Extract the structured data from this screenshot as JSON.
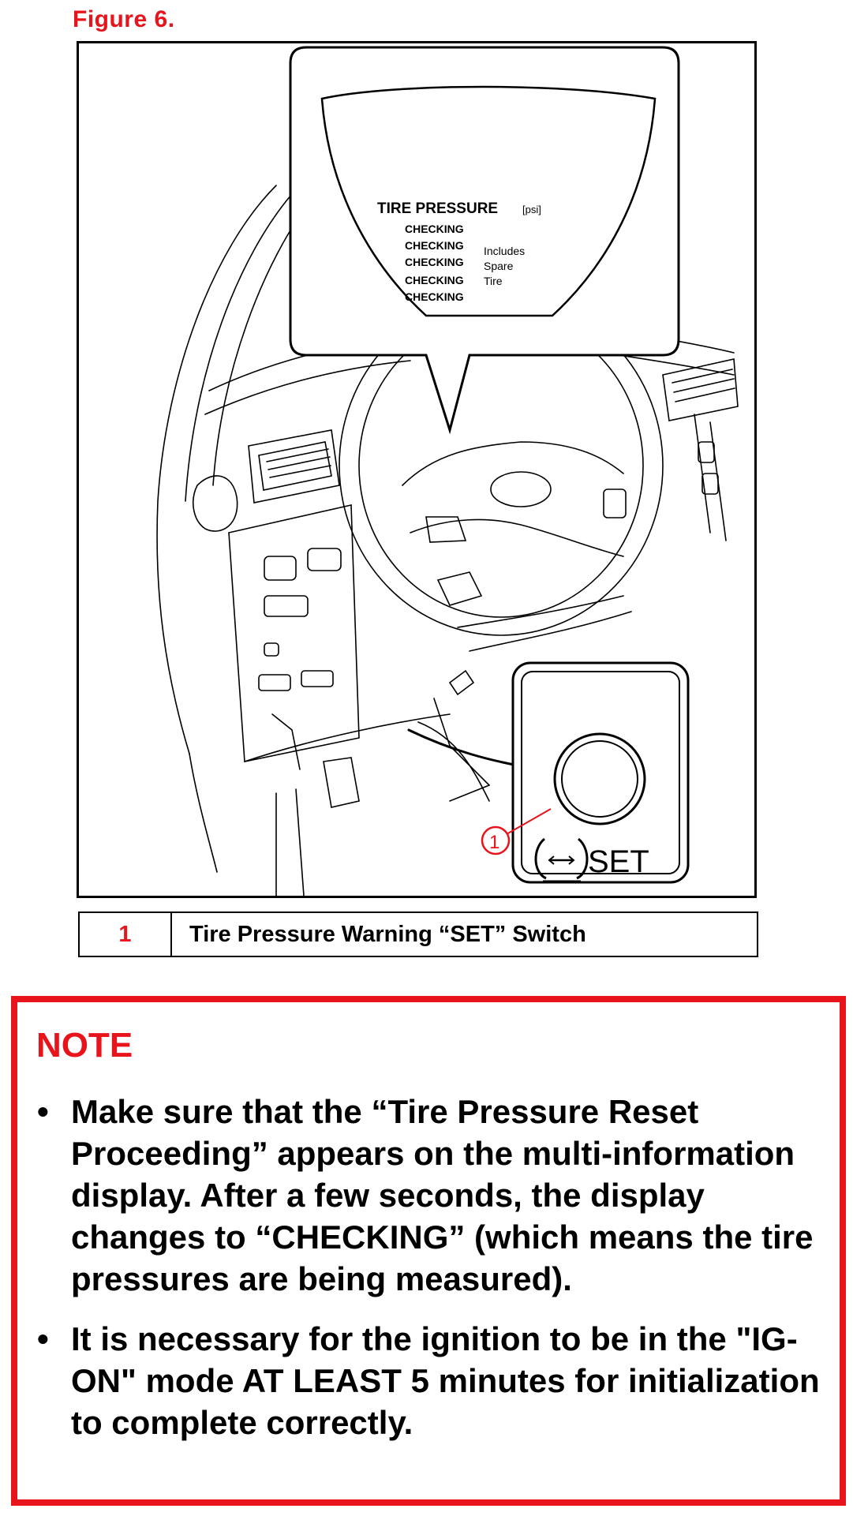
{
  "figure": {
    "title": "Figure 6.",
    "display": {
      "heading": "TIRE PRESSURE",
      "unit": "[psi]",
      "status_lines": [
        "CHECKING",
        "CHECKING",
        "CHECKING",
        "CHECKING",
        "CHECKING"
      ],
      "side_note": [
        "Includes",
        "Spare",
        "Tire"
      ]
    },
    "switch_label": "SET",
    "callout_number": "1",
    "icons": [
      "tire-pressure-warning-icon",
      "set-switch-button-icon",
      "steering-wheel-illustration"
    ]
  },
  "legend": {
    "number": "1",
    "description": "Tire Pressure Warning “SET” Switch"
  },
  "note": {
    "title": "NOTE",
    "items": [
      "Make sure that the “Tire Pressure Reset Proceeding” appears on the multi-information display. After a few seconds, the display changes to “CHECKING” (which means the tire pressures are being measured).",
      "It is necessary for the ignition to be in the \"IG-ON\" mode AT LEAST 5 minutes for initialization to complete correctly."
    ],
    "bullet": "•"
  },
  "colors": {
    "accent_red": "#e8141c",
    "line": "#000000"
  }
}
